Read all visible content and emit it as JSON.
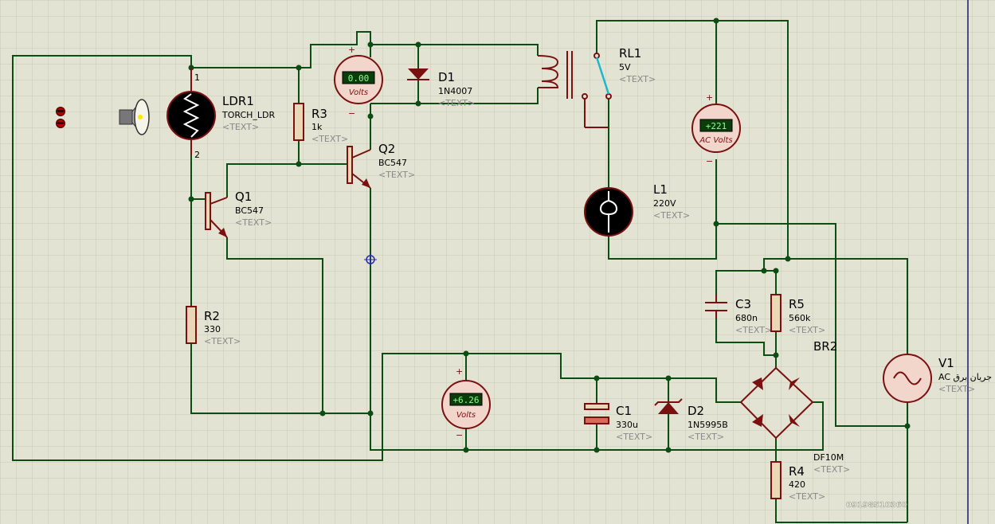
{
  "components": {
    "ldr1": {
      "ref": "LDR1",
      "value": "TORCH_LDR",
      "text": "<TEXT>",
      "pin1": "1",
      "pin2": "2"
    },
    "r3": {
      "ref": "R3",
      "value": "1k",
      "text": "<TEXT>"
    },
    "r2": {
      "ref": "R2",
      "value": "330",
      "text": "<TEXT>"
    },
    "q1": {
      "ref": "Q1",
      "value": "BC547",
      "text": "<TEXT>"
    },
    "q2": {
      "ref": "Q2",
      "value": "BC547",
      "text": "<TEXT>"
    },
    "d1": {
      "ref": "D1",
      "value": "1N4007",
      "text": "<TEXT>"
    },
    "rl1": {
      "ref": "RL1",
      "value": "5V",
      "text": "<TEXT>"
    },
    "l1": {
      "ref": "L1",
      "value": "220V",
      "text": "<TEXT>"
    },
    "c3": {
      "ref": "C3",
      "value": "680n",
      "text": "<TEXT>"
    },
    "r5": {
      "ref": "R5",
      "value": "560k",
      "text": "<TEXT>"
    },
    "br2": {
      "ref": "BR2",
      "value": "DF10M",
      "text": "<TEXT>"
    },
    "v1": {
      "ref": "V1",
      "value": "AC جریان برق",
      "text": "<TEXT>"
    },
    "c1": {
      "ref": "C1",
      "value": "330u",
      "text": "<TEXT>"
    },
    "d2": {
      "ref": "D2",
      "value": "1N5995B",
      "text": "<TEXT>"
    },
    "r4": {
      "ref": "R4",
      "value": "420",
      "text": "<TEXT>"
    }
  },
  "meters": {
    "vm_top": {
      "reading": "0.00",
      "unit": "Volts",
      "plus": "+",
      "minus": "−"
    },
    "vm_ac": {
      "reading": "+221",
      "unit": "AC Volts",
      "plus": "+",
      "minus": "−"
    },
    "vm_dc": {
      "reading": "+6.26",
      "unit": "Volts",
      "plus": "+",
      "minus": "−"
    }
  },
  "watermark": "09198510360",
  "colors": {
    "background": "#e3e3d3",
    "wire": "#0c4d14",
    "component": "#7a1010",
    "grid": "#c8c8b4"
  }
}
